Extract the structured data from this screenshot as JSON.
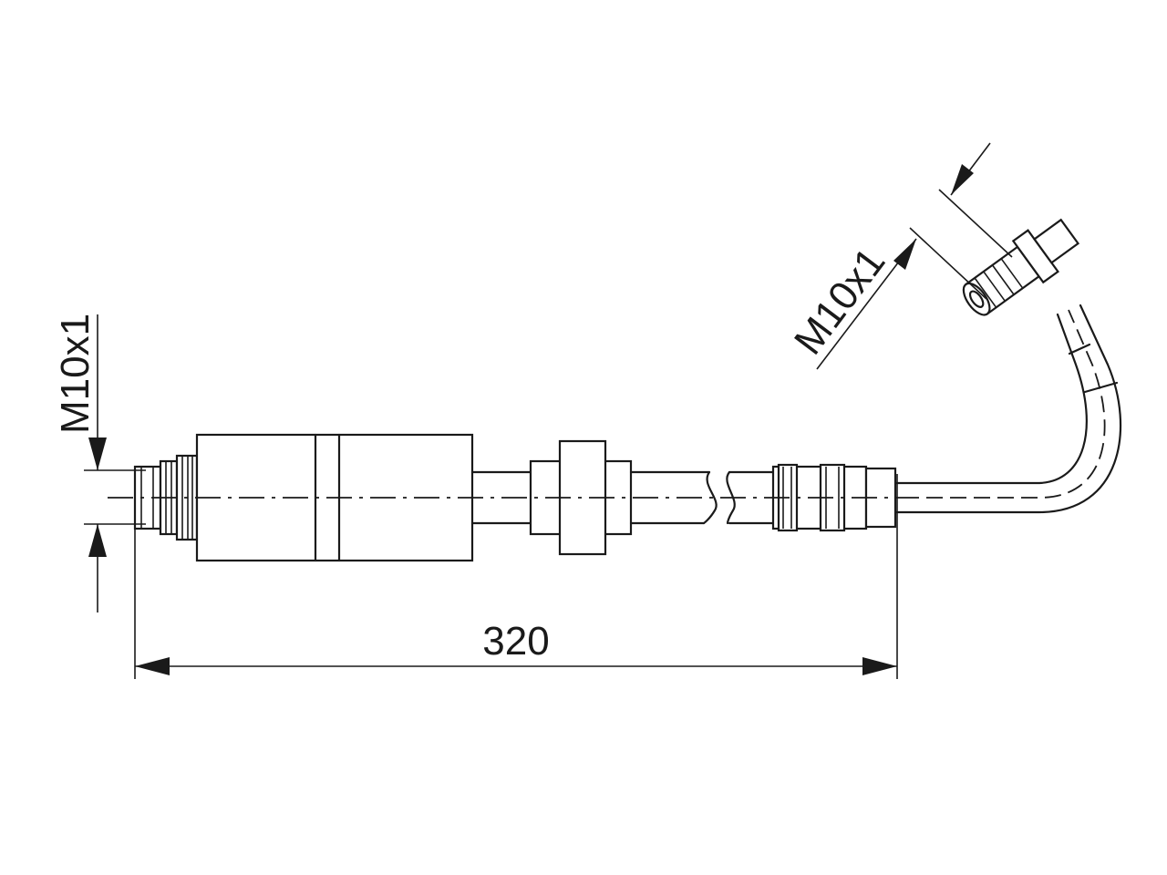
{
  "drawing": {
    "overall_length_label": "320",
    "left_thread_label": "M10x1",
    "right_thread_label": "M10x1",
    "line_color": "#1a1a1a",
    "background": "#ffffff"
  }
}
